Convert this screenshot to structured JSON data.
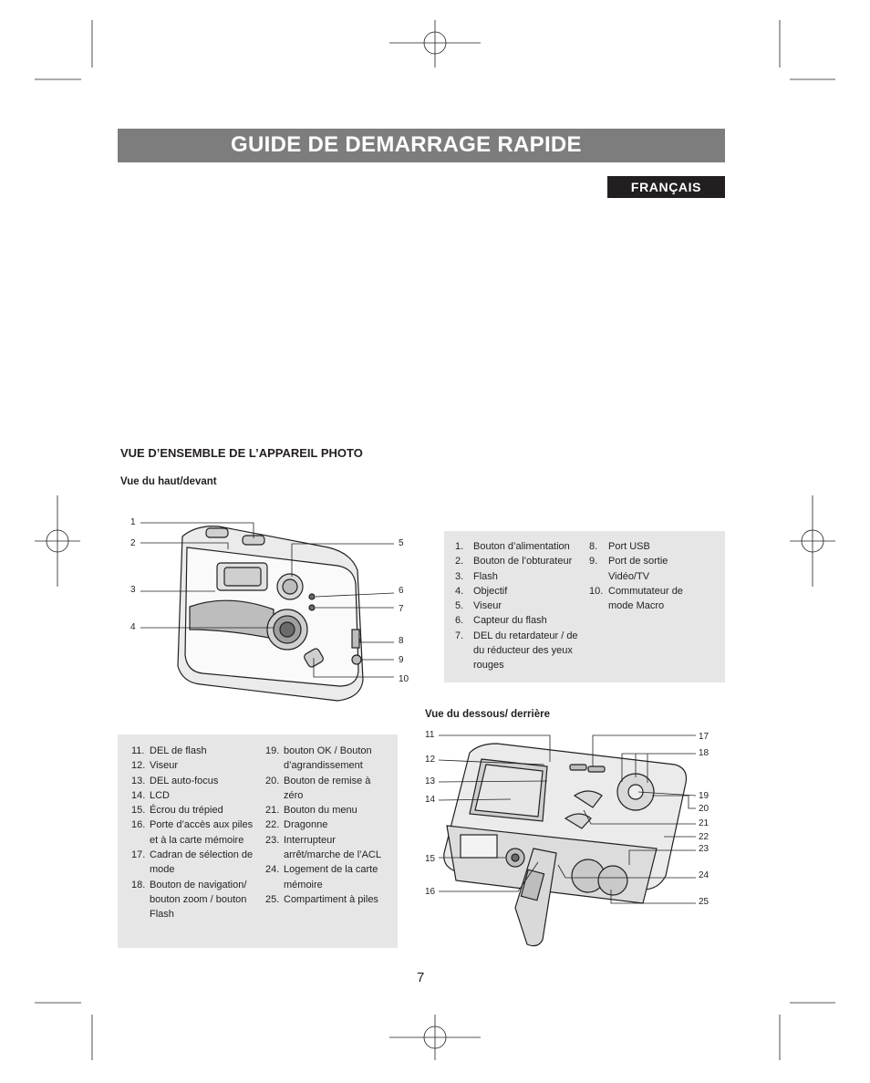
{
  "header": {
    "title": "GUIDE DE DEMARRAGE RAPIDE",
    "language_tab": "FRANÇAIS"
  },
  "section": {
    "title": "VUE D’ENSEMBLE DE L’APPAREIL PHOTO"
  },
  "front_view": {
    "title": "Vue du haut/devant",
    "callouts": [
      "1",
      "2",
      "3",
      "4",
      "5",
      "6",
      "7",
      "8",
      "9",
      "10"
    ],
    "legend_col1": [
      {
        "num": "1.",
        "text": "Bouton d’alimentation"
      },
      {
        "num": "2.",
        "text": "Bouton de l’obturateur"
      },
      {
        "num": "3.",
        "text": "Flash"
      },
      {
        "num": "4.",
        "text": "Objectif"
      },
      {
        "num": "5.",
        "text": "Viseur"
      },
      {
        "num": "6.",
        "text": "Capteur du flash"
      },
      {
        "num": "7.",
        "text": "DEL du retardateur / de du réducteur des yeux rouges"
      }
    ],
    "legend_col2": [
      {
        "num": "8.",
        "text": "Port USB"
      },
      {
        "num": "9.",
        "text": "Port de sortie Vidéo/TV"
      },
      {
        "num": "10.",
        "text": "Commutateur de mode Macro"
      }
    ]
  },
  "back_view": {
    "title": "Vue du dessous/ derrière",
    "callouts": [
      "11",
      "12",
      "13",
      "14",
      "15",
      "16",
      "17",
      "18",
      "19",
      "20",
      "21",
      "22",
      "23",
      "24",
      "25"
    ],
    "legend_col1": [
      {
        "num": "11.",
        "text": "DEL de flash"
      },
      {
        "num": "12.",
        "text": "Viseur"
      },
      {
        "num": "13.",
        "text": "DEL auto-focus"
      },
      {
        "num": "14.",
        "text": "LCD"
      },
      {
        "num": "15.",
        "text": "Écrou du trépied"
      },
      {
        "num": "16.",
        "text": "Porte d’accès aux piles et à la carte mémoire"
      },
      {
        "num": "17.",
        "text": "Cadran de sélection de mode"
      },
      {
        "num": "18.",
        "text": "Bouton de navigation/ bouton zoom / bouton Flash"
      }
    ],
    "legend_col2": [
      {
        "num": "19.",
        "text": "bouton OK / Bouton d’agrandissement"
      },
      {
        "num": "20.",
        "text": "Bouton de remise à zéro"
      },
      {
        "num": "21.",
        "text": "Bouton du menu"
      },
      {
        "num": "22.",
        "text": "Dragonne"
      },
      {
        "num": "23.",
        "text": "Interrupteur arrêt/marche de l’ACL"
      },
      {
        "num": "24.",
        "text": "Logement de la carte mémoire"
      },
      {
        "num": "25.",
        "text": "Compartiment à piles"
      }
    ]
  },
  "page_number": "7"
}
